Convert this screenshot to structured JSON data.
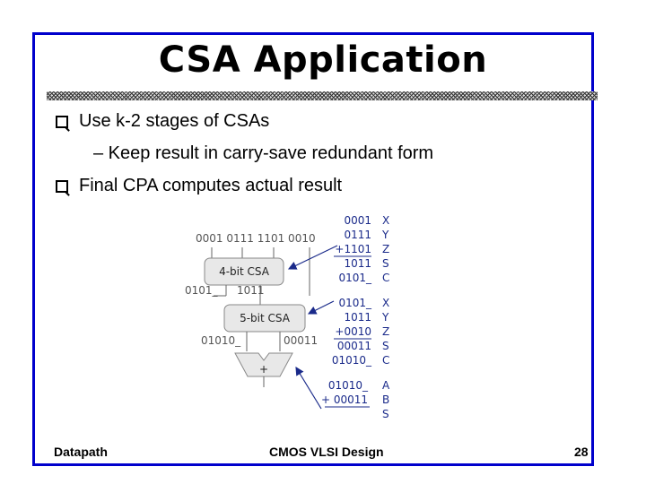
{
  "slide": {
    "title": "CSA Application",
    "bullets": [
      {
        "text": "Use k-2 stages of CSAs"
      },
      {
        "text": "Final CPA computes actual result"
      }
    ],
    "sub_bullet": "– Keep result in carry-save redundant form"
  },
  "diagram": {
    "inputs": "0001  0111  1101  0010",
    "csa4_label": "4-bit CSA",
    "csa5_label": "5-bit CSA",
    "out_left_1": "0101_",
    "out_right_1": "1011",
    "out_left_2": "01010_",
    "out_right_2": "00011",
    "adder_symbol": "+",
    "stage1_values": [
      "0001",
      "0111",
      "+1101",
      "1011",
      "0101_"
    ],
    "stage1_letters": [
      "X",
      "Y",
      "Z",
      "S",
      "C"
    ],
    "stage2_values": [
      "0101_",
      "1011",
      "+0010",
      "00011",
      "01010_"
    ],
    "stage2_letters": [
      "X",
      "Y",
      "Z",
      "S",
      "C"
    ],
    "stage3_values": [
      "01010_",
      "+ 00011",
      ""
    ],
    "stage3_letters": [
      "A",
      "B",
      "S"
    ]
  },
  "footer": {
    "left": "Datapath",
    "center": "CMOS VLSI Design",
    "page": "28"
  }
}
